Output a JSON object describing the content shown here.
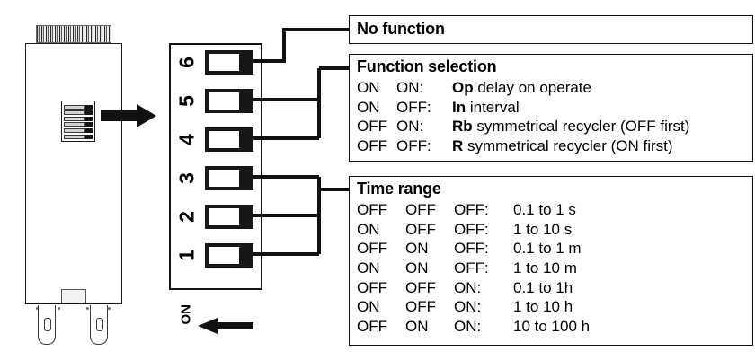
{
  "device": {
    "name": "timer-relay-module",
    "mini_dip_rows": 6
  },
  "dip_switch": {
    "label_on": "ON",
    "direction_arrow": "left-arrow",
    "switches": [
      {
        "number": "6",
        "connects_to": "No function"
      },
      {
        "number": "5",
        "connects_to": "Function selection"
      },
      {
        "number": "4",
        "connects_to": "Function selection"
      },
      {
        "number": "3",
        "connects_to": "Time range"
      },
      {
        "number": "2",
        "connects_to": "Time range"
      },
      {
        "number": "1",
        "connects_to": "Time range"
      }
    ]
  },
  "boxes": {
    "no_function": {
      "title": "No function"
    },
    "function_selection": {
      "title": "Function selection",
      "rows": [
        {
          "s1": "ON",
          "s2": "ON:",
          "code": "Op",
          "text": " delay on operate"
        },
        {
          "s1": "ON",
          "s2": "OFF:",
          "code": "In",
          "text": " interval"
        },
        {
          "s1": "OFF",
          "s2": "ON:",
          "code": "Rb",
          "text": " symmetrical recycler (OFF first)"
        },
        {
          "s1": "OFF",
          "s2": "OFF:",
          "code": "R",
          "text": " symmetrical recycler (ON first)"
        }
      ]
    },
    "time_range": {
      "title": "Time range",
      "rows": [
        {
          "s1": "OFF",
          "s2": "OFF",
          "s3": "OFF:",
          "value": "0.1 to 1 s"
        },
        {
          "s1": "ON",
          "s2": "OFF",
          "s3": "OFF:",
          "value": "1 to 10 s"
        },
        {
          "s1": "OFF",
          "s2": "ON",
          "s3": "OFF:",
          "value": "0.1 to 1 m"
        },
        {
          "s1": "ON",
          "s2": "ON",
          "s3": "OFF:",
          "value": "1 to 10 m"
        },
        {
          "s1": "OFF",
          "s2": "OFF",
          "s3": "ON:",
          "value": "0.1 to 1h"
        },
        {
          "s1": "ON",
          "s2": "OFF",
          "s3": "ON:",
          "value": "1 to 10 h"
        },
        {
          "s1": "OFF",
          "s2": "ON",
          "s3": "ON:",
          "value": "10 to 100 h"
        }
      ]
    }
  },
  "colors": {
    "ink": "#111111",
    "switch_body": "#171717",
    "knob": "#ffffff",
    "page": "#ffffff"
  }
}
